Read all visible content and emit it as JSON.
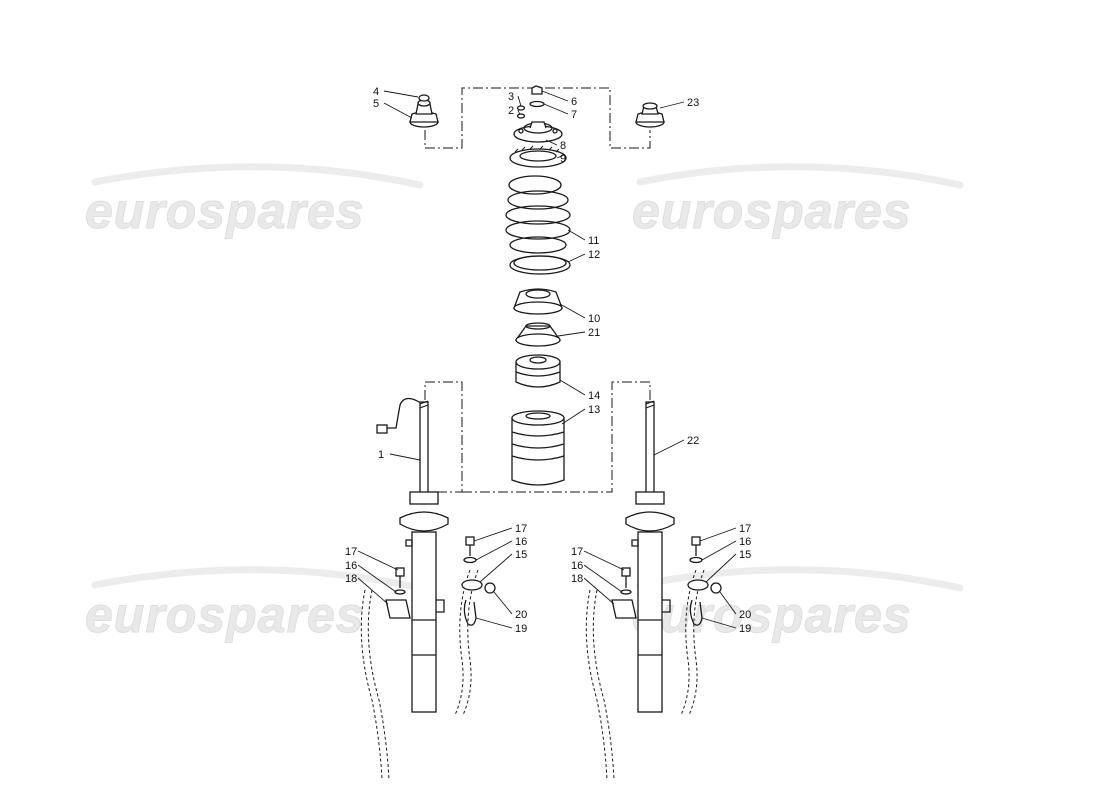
{
  "watermark": {
    "text": "eurospares"
  },
  "callouts": {
    "c1": "1",
    "c2": "2",
    "c3": "3",
    "c4": "4",
    "c5": "5",
    "c6": "6",
    "c7": "7",
    "c8": "8",
    "c9": "9",
    "c10": "10",
    "c11": "11",
    "c12": "12",
    "c13": "13",
    "c14": "14",
    "c15": "15",
    "c16": "16",
    "c17": "17",
    "c18": "18",
    "c19": "19",
    "c20": "20",
    "c21": "21",
    "c22": "22",
    "c23": "23"
  }
}
